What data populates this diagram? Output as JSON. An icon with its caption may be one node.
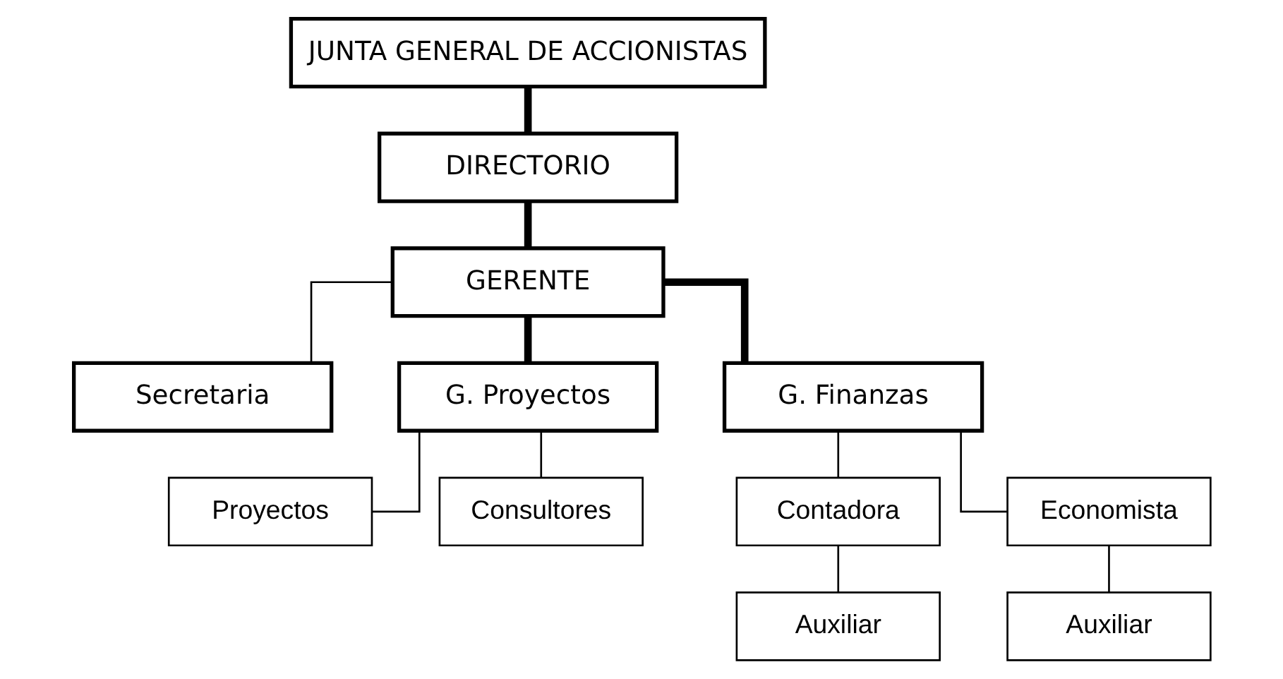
{
  "diagram": {
    "nodes": [
      {
        "text": [
          "JUNTA GENERAL DE ACCIONISTAS"
        ]
      },
      {
        "text": [
          "DIRECTORIO"
        ]
      },
      {
        "text": [
          "GERENTE"
        ]
      },
      {
        "text": [
          "Secretaria"
        ]
      },
      {
        "text": [
          "G. Proyectos"
        ]
      },
      {
        "text": [
          "G. Finanzas"
        ]
      },
      {
        "text": [
          "Proyectos"
        ]
      },
      {
        "text": [
          "Consultores"
        ]
      },
      {
        "text": [
          "Contadora"
        ]
      },
      {
        "text": [
          "Economista"
        ]
      },
      {
        "text": [
          "Auxiliar"
        ]
      },
      {
        "text": [
          "Auxiliar"
        ]
      }
    ],
    "edges": [
      {
        "from": 0,
        "to": 1,
        "arrow": "none",
        "style": "thick"
      },
      {
        "from": 1,
        "to": 2,
        "arrow": "none",
        "style": "thick"
      },
      {
        "from": 2,
        "to": 3,
        "arrow": "none"
      },
      {
        "from": 2,
        "to": 4,
        "arrow": "none",
        "style": "thick"
      },
      {
        "from": 2,
        "to": 5,
        "arrow": "none",
        "style": "thick"
      },
      {
        "from": 4,
        "to": 6,
        "arrow": "none"
      },
      {
        "from": 4,
        "to": 7,
        "arrow": "none"
      },
      {
        "from": 5,
        "to": 8,
        "arrow": "none"
      },
      {
        "from": 5,
        "to": 9,
        "arrow": "none"
      },
      {
        "from": 8,
        "to": 10,
        "arrow": "none"
      },
      {
        "from": 9,
        "to": 11,
        "arrow": "none"
      }
    ]
  }
}
